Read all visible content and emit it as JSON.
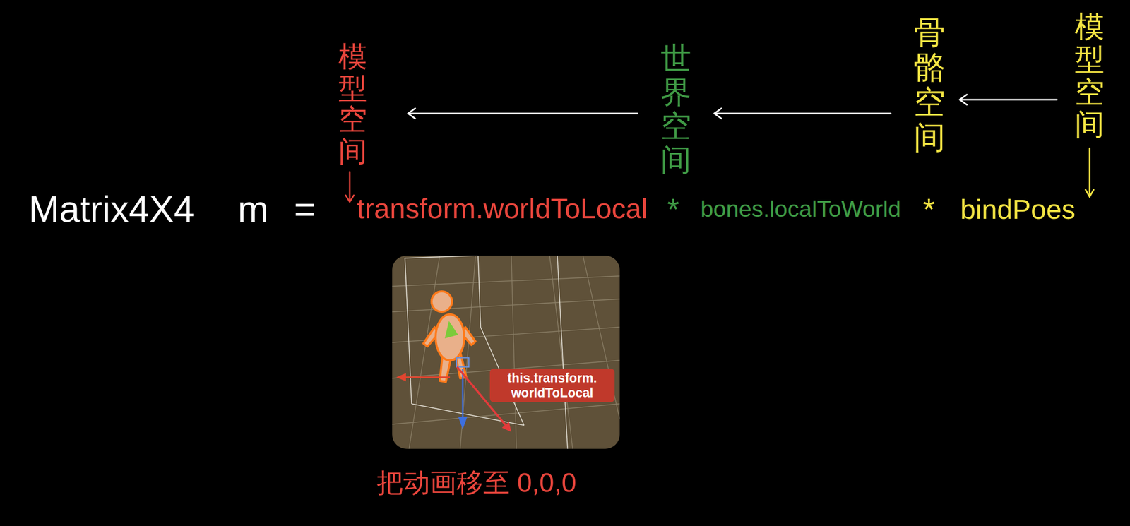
{
  "diagram": {
    "nodes": [
      {
        "text": [
          "模型空间"
        ]
      },
      {
        "text": [
          "世界空间"
        ]
      },
      {
        "text": [
          "骨骼空间"
        ]
      },
      {
        "text": [
          "模型空间"
        ]
      }
    ],
    "edges": [
      {
        "from": 3,
        "to": 2,
        "arrow": "to"
      },
      {
        "from": 2,
        "to": 1,
        "arrow": "to"
      },
      {
        "from": 1,
        "to": 0,
        "arrow": "to"
      }
    ],
    "labels": [
      "Matrix4X4",
      "m",
      "=",
      "transform.worldToLocal",
      "*",
      "bones.localToWorld",
      "*",
      "bindPoes",
      "this.transform. worldToLocal",
      "把动画移至 0,0,0"
    ]
  }
}
